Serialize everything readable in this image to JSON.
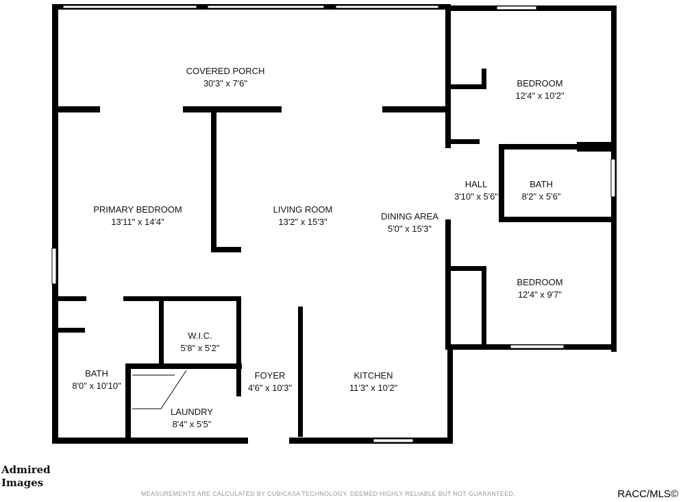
{
  "plan": {
    "rooms": [
      {
        "id": "covered-porch",
        "name": "COVERED PORCH",
        "dims": "30'3\" x 7'6\""
      },
      {
        "id": "bedroom-1",
        "name": "BEDROOM",
        "dims": "12'4\" x 10'2\""
      },
      {
        "id": "primary-bedroom",
        "name": "PRIMARY BEDROOM",
        "dims": "13'11\" x 14'4\""
      },
      {
        "id": "living-room",
        "name": "LIVING ROOM",
        "dims": "13'2\" x 15'3\""
      },
      {
        "id": "dining-area",
        "name": "DINING AREA",
        "dims": "5'0\" x 15'3\""
      },
      {
        "id": "hall",
        "name": "HALL",
        "dims": "3'10\" x 5'6\""
      },
      {
        "id": "bath-1",
        "name": "BATH",
        "dims": "8'2\" x 5'6\""
      },
      {
        "id": "bedroom-2",
        "name": "BEDROOM",
        "dims": "12'4\" x 9'7\""
      },
      {
        "id": "wic",
        "name": "W.I.C.",
        "dims": "5'8\" x 5'2\""
      },
      {
        "id": "bath-2",
        "name": "BATH",
        "dims": "8'0\" x 10'10\""
      },
      {
        "id": "foyer",
        "name": "FOYER",
        "dims": "4'6\" x 10'3\""
      },
      {
        "id": "kitchen",
        "name": "KITCHEN",
        "dims": "11'3\" x 10'2\""
      },
      {
        "id": "laundry",
        "name": "LAUNDRY",
        "dims": "8'4\" x 5'5\""
      }
    ]
  },
  "footer": {
    "disclaimer": "MEASUREMENTS ARE CALCULATED BY CUBICASA TECHNOLOGY. DEEMED HIGHLY RELIABLE BUT NOT GUARANTEED.",
    "mls": "RACC/MLS©",
    "logo_line1": "Admired",
    "logo_line2": "Images"
  }
}
